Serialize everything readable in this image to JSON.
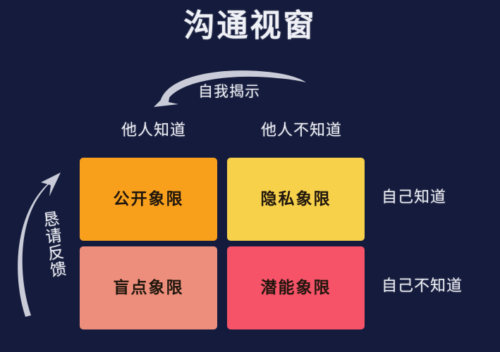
{
  "title": "沟通视窗",
  "colors": {
    "background": "#151b3c",
    "text_light": "#eef0f6",
    "arrow": "#c9ccd8",
    "quadrant_open": "#f8a01c",
    "quadrant_private": "#f7d14a",
    "quadrant_blind": "#ec8e7b",
    "quadrant_potential": "#f65268",
    "quadrant_text": "#20160d"
  },
  "arrows": {
    "top": {
      "label": "自我揭示",
      "icon": "curved-arrow-left-icon",
      "direction": "left"
    },
    "left": {
      "label": "恳请反馈",
      "icon": "curved-arrow-up-icon",
      "direction": "up"
    }
  },
  "axes": {
    "columns": [
      {
        "label": "他人知道"
      },
      {
        "label": "他人不知道"
      }
    ],
    "rows": [
      {
        "label": "自己知道"
      },
      {
        "label": "自己不知道"
      }
    ]
  },
  "quadrants": [
    {
      "label": "公开象限",
      "color": "#f8a01c",
      "row": 0,
      "col": 0
    },
    {
      "label": "隐私象限",
      "color": "#f7d14a",
      "row": 0,
      "col": 1
    },
    {
      "label": "盲点象限",
      "color": "#ec8e7b",
      "row": 1,
      "col": 0
    },
    {
      "label": "潜能象限",
      "color": "#f65268",
      "row": 1,
      "col": 1
    }
  ]
}
